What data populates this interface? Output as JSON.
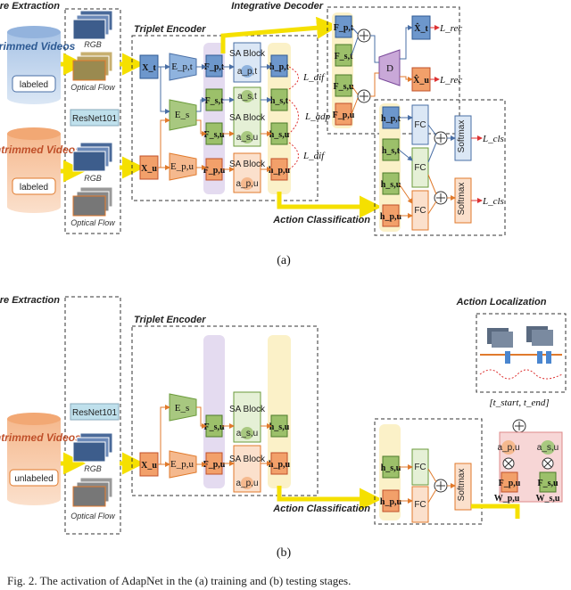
{
  "panel_a": {
    "caption": "(a)",
    "feature_extraction": "Feature Extraction",
    "triplet_encoder": "Triplet Encoder",
    "integrative_decoder": "Integrative Decoder",
    "action_classification": "Action Classification",
    "trimmed_videos": "Trimmed Videos",
    "untrimmed_videos": "Untrimmed Videos",
    "labeled": "labeled",
    "rgb": "RGB",
    "optical_flow": "Optical Flow",
    "resnet": "ResNet101",
    "x_t": "X_t",
    "x_u": "X_u",
    "e_pt": "E_p,t",
    "e_s": "E_s",
    "e_pu": "E_p,u",
    "f_pt": "F_p,t",
    "f_st": "F_s,t",
    "f_su": "F_s,u",
    "f_pu": "F_p,u",
    "sa_block": "SA Block",
    "a_pt": "a_p,t",
    "a_st": "a_s,t",
    "a_su": "a_s,u",
    "a_pu": "a_p,u",
    "h_pt": "h_p,t",
    "h_st": "h_s,t",
    "h_su": "h_s,u",
    "h_pu": "h_p,u",
    "l_dif": "L_dif",
    "l_adp": "L_adp",
    "l_rec": "L_rec",
    "l_cls": "L_cls",
    "decoder": "D",
    "x_hat_t": "X̂_t",
    "x_hat_u": "X̂_u",
    "fc": "FC",
    "softmax": "Softmax"
  },
  "panel_b": {
    "caption": "(b)",
    "feature_extraction": "Feature Extraction",
    "triplet_encoder": "Triplet Encoder",
    "action_classification": "Action Classification",
    "action_localization": "Action Localization",
    "untrimmed_videos": "Untrimmed Videos",
    "unlabeled": "unlabeled",
    "rgb": "RGB",
    "optical_flow": "Optical Flow",
    "resnet": "ResNet101",
    "x_u": "X_u",
    "e_s": "E_s",
    "e_pu": "E_p,u",
    "f_su": "F_s,u",
    "f_pu": "F_p,u",
    "sa_block": "SA Block",
    "a_su": "a_s,u",
    "a_pu": "a_p,u",
    "h_su": "h_s,u",
    "h_pu": "h_p,u",
    "fc": "FC",
    "softmax": "Softmax",
    "t_range": "[t_start, t_end]",
    "w_pu": "W_p,u",
    "w_su": "W_s,u"
  },
  "figure_caption": "Fig. 2.  The activation of AdapNet in the (a) training and (b) testing stages."
}
